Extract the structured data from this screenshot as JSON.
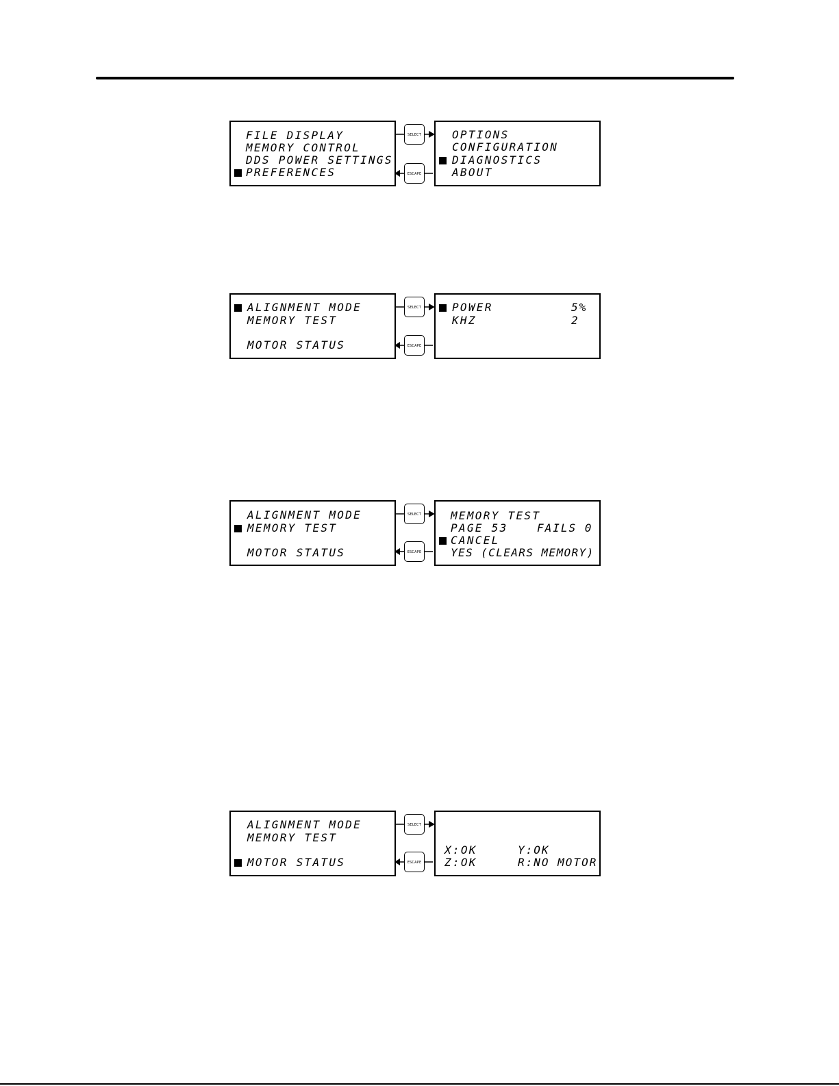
{
  "keys": {
    "select": "SELECT",
    "escape": "ESCAPE"
  },
  "screens": [
    {
      "left": {
        "lines": [
          "FILE DISPLAY",
          "MEMORY CONTROL",
          "DDS POWER SETTINGS",
          "PREFERENCES"
        ]
      },
      "right": {
        "lines": [
          "OPTIONS",
          "CONFIGURATION",
          "DIAGNOSTICS",
          "ABOUT"
        ]
      }
    },
    {
      "left": {
        "lines": [
          "ALIGNMENT MODE",
          "MEMORY TEST",
          "MOTOR STATUS"
        ]
      },
      "right": {
        "lines": [
          "POWER",
          "KHZ"
        ],
        "values": [
          "5%",
          "2"
        ]
      }
    },
    {
      "left": {
        "lines": [
          "ALIGNMENT MODE",
          "MEMORY TEST",
          "MOTOR STATUS"
        ]
      },
      "right": {
        "lines": [
          "MEMORY TEST",
          "PAGE 53",
          "FAILS 0",
          "CANCEL",
          "YES (CLEARS MEMORY)"
        ]
      }
    },
    {
      "left": {
        "lines": [
          "ALIGNMENT MODE",
          "MEMORY TEST",
          "MOTOR STATUS"
        ]
      },
      "right": {
        "lines": [
          "X:OK",
          "Y:OK",
          "Z:OK",
          "R:NO MOTOR"
        ]
      }
    }
  ]
}
